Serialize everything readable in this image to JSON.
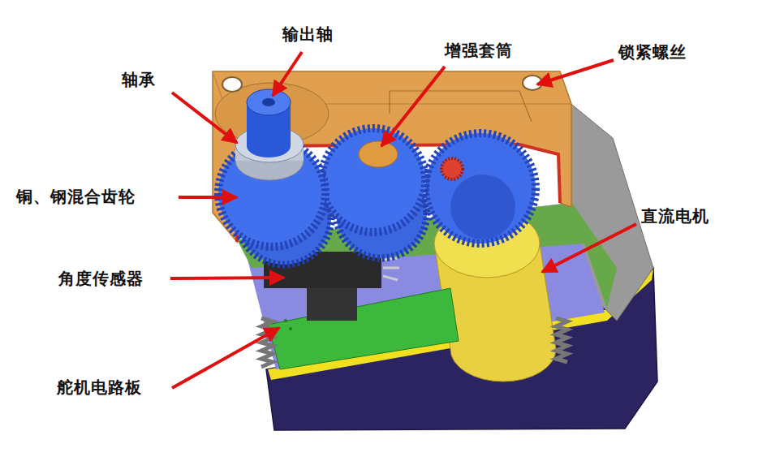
{
  "diagram": {
    "labels": [
      "输出轴",
      "增强套筒",
      "锁紧螺丝",
      "轴承",
      "铜、钢混合齿轮",
      "直流电机",
      "角度传感器",
      "舵机电路板"
    ]
  }
}
